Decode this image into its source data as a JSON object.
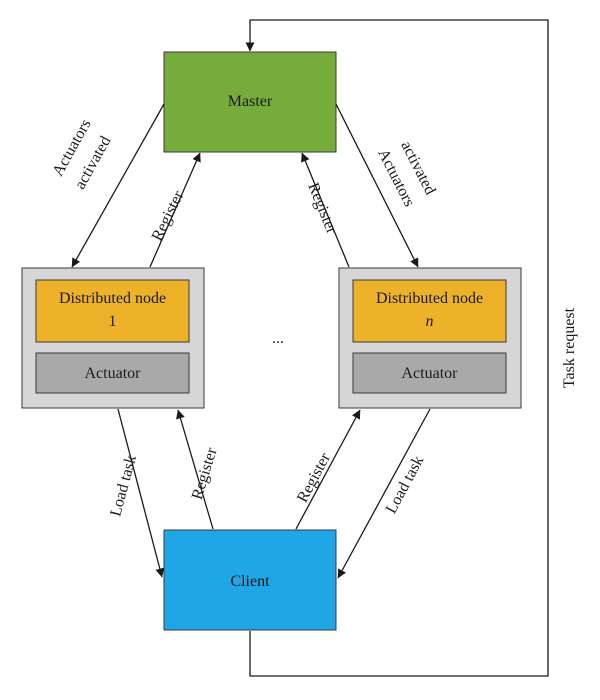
{
  "colors": {
    "master": "#76ac3c",
    "client": "#1ea6e6",
    "node_container": "#d6d6d6",
    "distributed_node": "#edb12a",
    "actuator": "#a9a9a9",
    "stroke": "#1a1a1a"
  },
  "master": {
    "label": "Master"
  },
  "client": {
    "label": "Client"
  },
  "node_left": {
    "name_line1": "Distributed node",
    "name_line2": "1",
    "actuator": "Actuator"
  },
  "node_right": {
    "name_line1": "Distributed node",
    "name_line2": "n",
    "actuator": "Actuator"
  },
  "ellipsis": "...",
  "edges": {
    "actuators_line1": "Actuators",
    "actuators_line2": "activated",
    "register": "Register",
    "load_task": "Load task",
    "task_request": "Task request"
  }
}
